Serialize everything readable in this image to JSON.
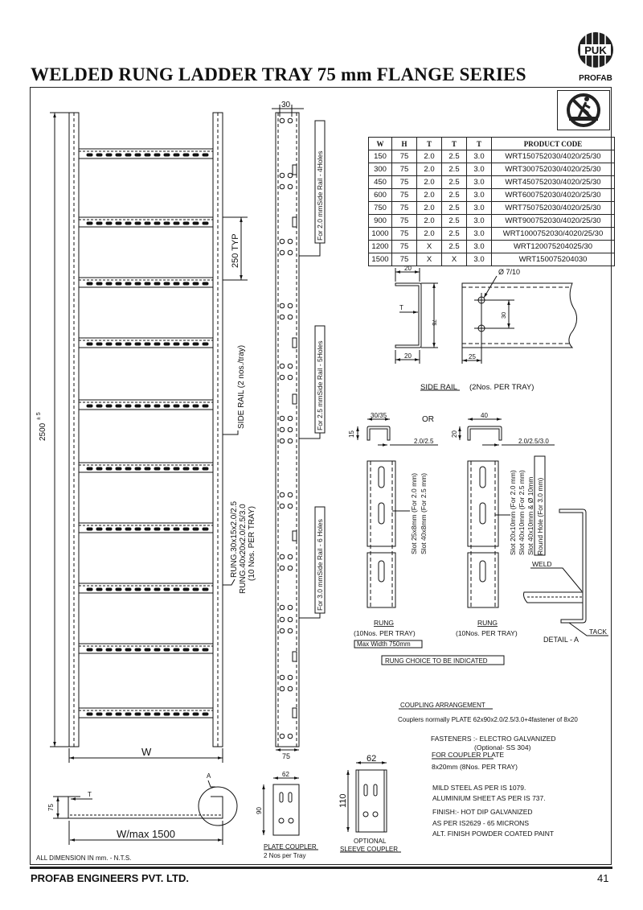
{
  "header": {
    "title": "WELDED RUNG  LADDER  TRAY 75 mm FLANGE SERIES",
    "logo_text": "PUK",
    "logo_brand": "PROFAB"
  },
  "spec_table": {
    "headers": [
      "W",
      "H",
      "T",
      "T",
      "T",
      "PRODUCT CODE"
    ],
    "rows": [
      [
        "150",
        "75",
        "2.0",
        "2.5",
        "3.0",
        "WRT150752030/4020/25/30"
      ],
      [
        "300",
        "75",
        "2.0",
        "2.5",
        "3.0",
        "WRT300752030/4020/25/30"
      ],
      [
        "450",
        "75",
        "2.0",
        "2.5",
        "3.0",
        "WRT450752030/4020/25/30"
      ],
      [
        "600",
        "75",
        "2.0",
        "2.5",
        "3.0",
        "WRT600752030/4020/25/30"
      ],
      [
        "750",
        "75",
        "2.0",
        "2.5",
        "3.0",
        "WRT750752030/4020/25/30"
      ],
      [
        "900",
        "75",
        "2.0",
        "2.5",
        "3.0",
        "WRT900752030/4020/25/30"
      ],
      [
        "1000",
        "75",
        "2.0",
        "2.5",
        "3.0",
        "WRT1000752030/4020/25/30"
      ],
      [
        "1200",
        "75",
        "X",
        "2.5",
        "3.0",
        "WRT120075204025/30"
      ],
      [
        "1500",
        "75",
        "X",
        "X",
        "3.0",
        "WRT150075204030"
      ]
    ]
  },
  "ladder": {
    "length_dim": "2500",
    "length_tol": "± 5",
    "width_label": "W",
    "pitch_label": "250 TYP",
    "side_rail_label": "SIDE RAIL  (2 nos./tray)",
    "rung_label_1": "RUNG.30x15x2.0/2.5",
    "rung_label_2": "RUNG.40x20x2.0/2.5/3.0",
    "rung_label_3": "(10 Nos. PER TRAY)"
  },
  "rail_profile": {
    "top_dim": "30",
    "bottom_dim": "75",
    "note_20": "For 2.0 mmSide Rail - 4Holes",
    "note_25": "For 2.5 mmSide Rail - 5Holes",
    "note_30": "For 3.0 mmSide Rail - 6 Holes"
  },
  "side_rail_detail": {
    "flange_top": "20",
    "flange_bottom": "20",
    "thickness": "T",
    "height": "75",
    "hole": "Ø 7/10",
    "hole_pitch": "30",
    "edge": "25",
    "caption": "SIDE RAIL",
    "caption_qty": "(2Nos. PER TRAY)"
  },
  "rungs": {
    "a_width": "30/35",
    "a_height": "15",
    "a_thk": "2.0/2.5",
    "or_label": "OR",
    "b_width": "40",
    "b_height": "20",
    "b_thk": "2.0/2.5/3.0",
    "a_slot_1": "Slot 25x8mm (For 2.0 mm)",
    "a_slot_2": "Slot 40x8mm (For 2.5 mm)",
    "b_slot_1": "Slot  20x10mm (For 2.0 mm)",
    "b_slot_2": "Slot  40x10mm (For 2.5 mm)",
    "b_slot_3": "Slot  40x10mm & Ø 10mm",
    "b_slot_4": "Round Hole  (For 3.0 mm)",
    "a_caption": "RUNG",
    "a_qty": "(10Nos. PER TRAY)",
    "a_max": "Max Width 750mm",
    "b_caption": "RUNG",
    "b_qty": "(10Nos. PER TRAY)",
    "choice_note": "RUNG CHOICE TO BE INDICATED"
  },
  "detail_a": {
    "weld": "WELD",
    "tack": "TACK",
    "caption": "DETAIL - A"
  },
  "cross_section": {
    "height": "75",
    "thickness": "T",
    "width": "W/max 1500",
    "detail_marker": "A"
  },
  "plate_coupler": {
    "width": "62",
    "height": "90",
    "caption": "PLATE COUPLER",
    "qty": "2 Nos per Tray"
  },
  "sleeve_coupler": {
    "width": "62",
    "height": "110",
    "caption_1": "OPTIONAL",
    "caption_2": "SLEEVE COUPLER"
  },
  "notes": {
    "coupling_title": "COUPLING ARRANGEMENT",
    "coupling_text": "Couplers normally PLATE 62x90x2.0/2.5/3.0+4fastener of 8x20",
    "fasteners": "FASTENERS :- ELECTRO GALVANIZED",
    "fasteners_opt": "(Optional- SS 304)",
    "coupler_plate_title": "FOR COUPLER PLATE",
    "coupler_plate_text": "8x20mm (8Nos. PER TRAY)",
    "material_1": "MILD STEEL AS PER  IS 1079.",
    "material_2": "ALUMINIUM SHEET AS PER IS 737.",
    "finish_1": "FINISH:- HOT DIP GALVANIZED",
    "finish_2": "AS PER IS2629 - 65 MICRONS",
    "finish_3": "ALT. FINISH POWDER COATED PAINT",
    "dimension_note": "ALL DIMENSION IN mm. -  N.T.S."
  },
  "footer": {
    "company": "PROFAB ENGINEERS PVT. LTD.",
    "page": "41"
  }
}
